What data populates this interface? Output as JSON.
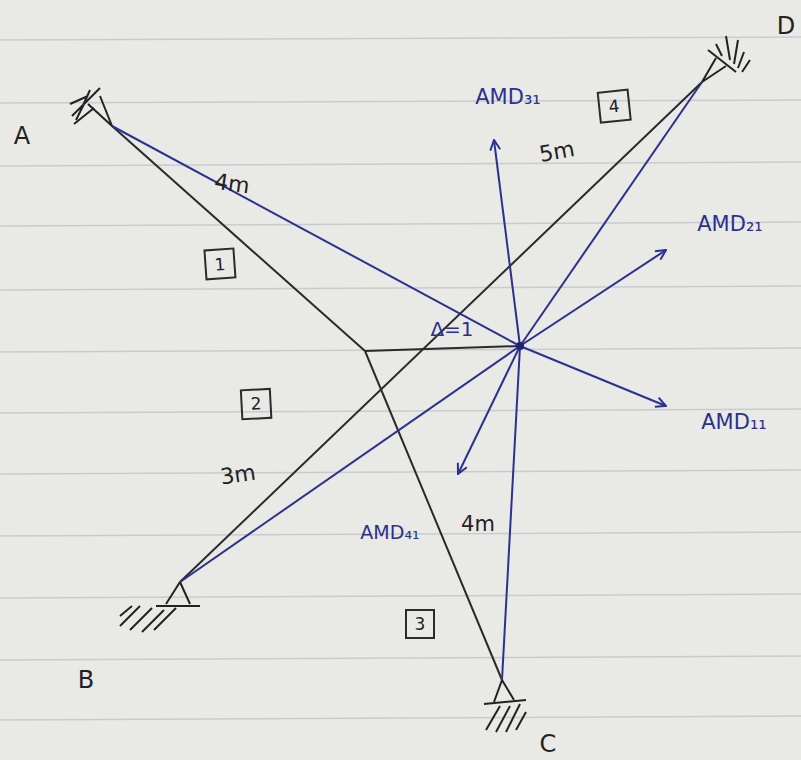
{
  "diagram": {
    "nodes": [
      {
        "text": [
          "1"
        ]
      },
      {
        "text": [
          "2"
        ]
      },
      {
        "text": [
          "3"
        ]
      },
      {
        "text": [
          "4"
        ]
      }
    ],
    "labels": [
      "A",
      "4m",
      "AMD₃₁",
      "5m",
      "AMD₂₁",
      "Δ=1",
      "AMD₁₁",
      "3m",
      "AMD₄₁",
      "4m",
      "B",
      "C",
      "D"
    ]
  }
}
